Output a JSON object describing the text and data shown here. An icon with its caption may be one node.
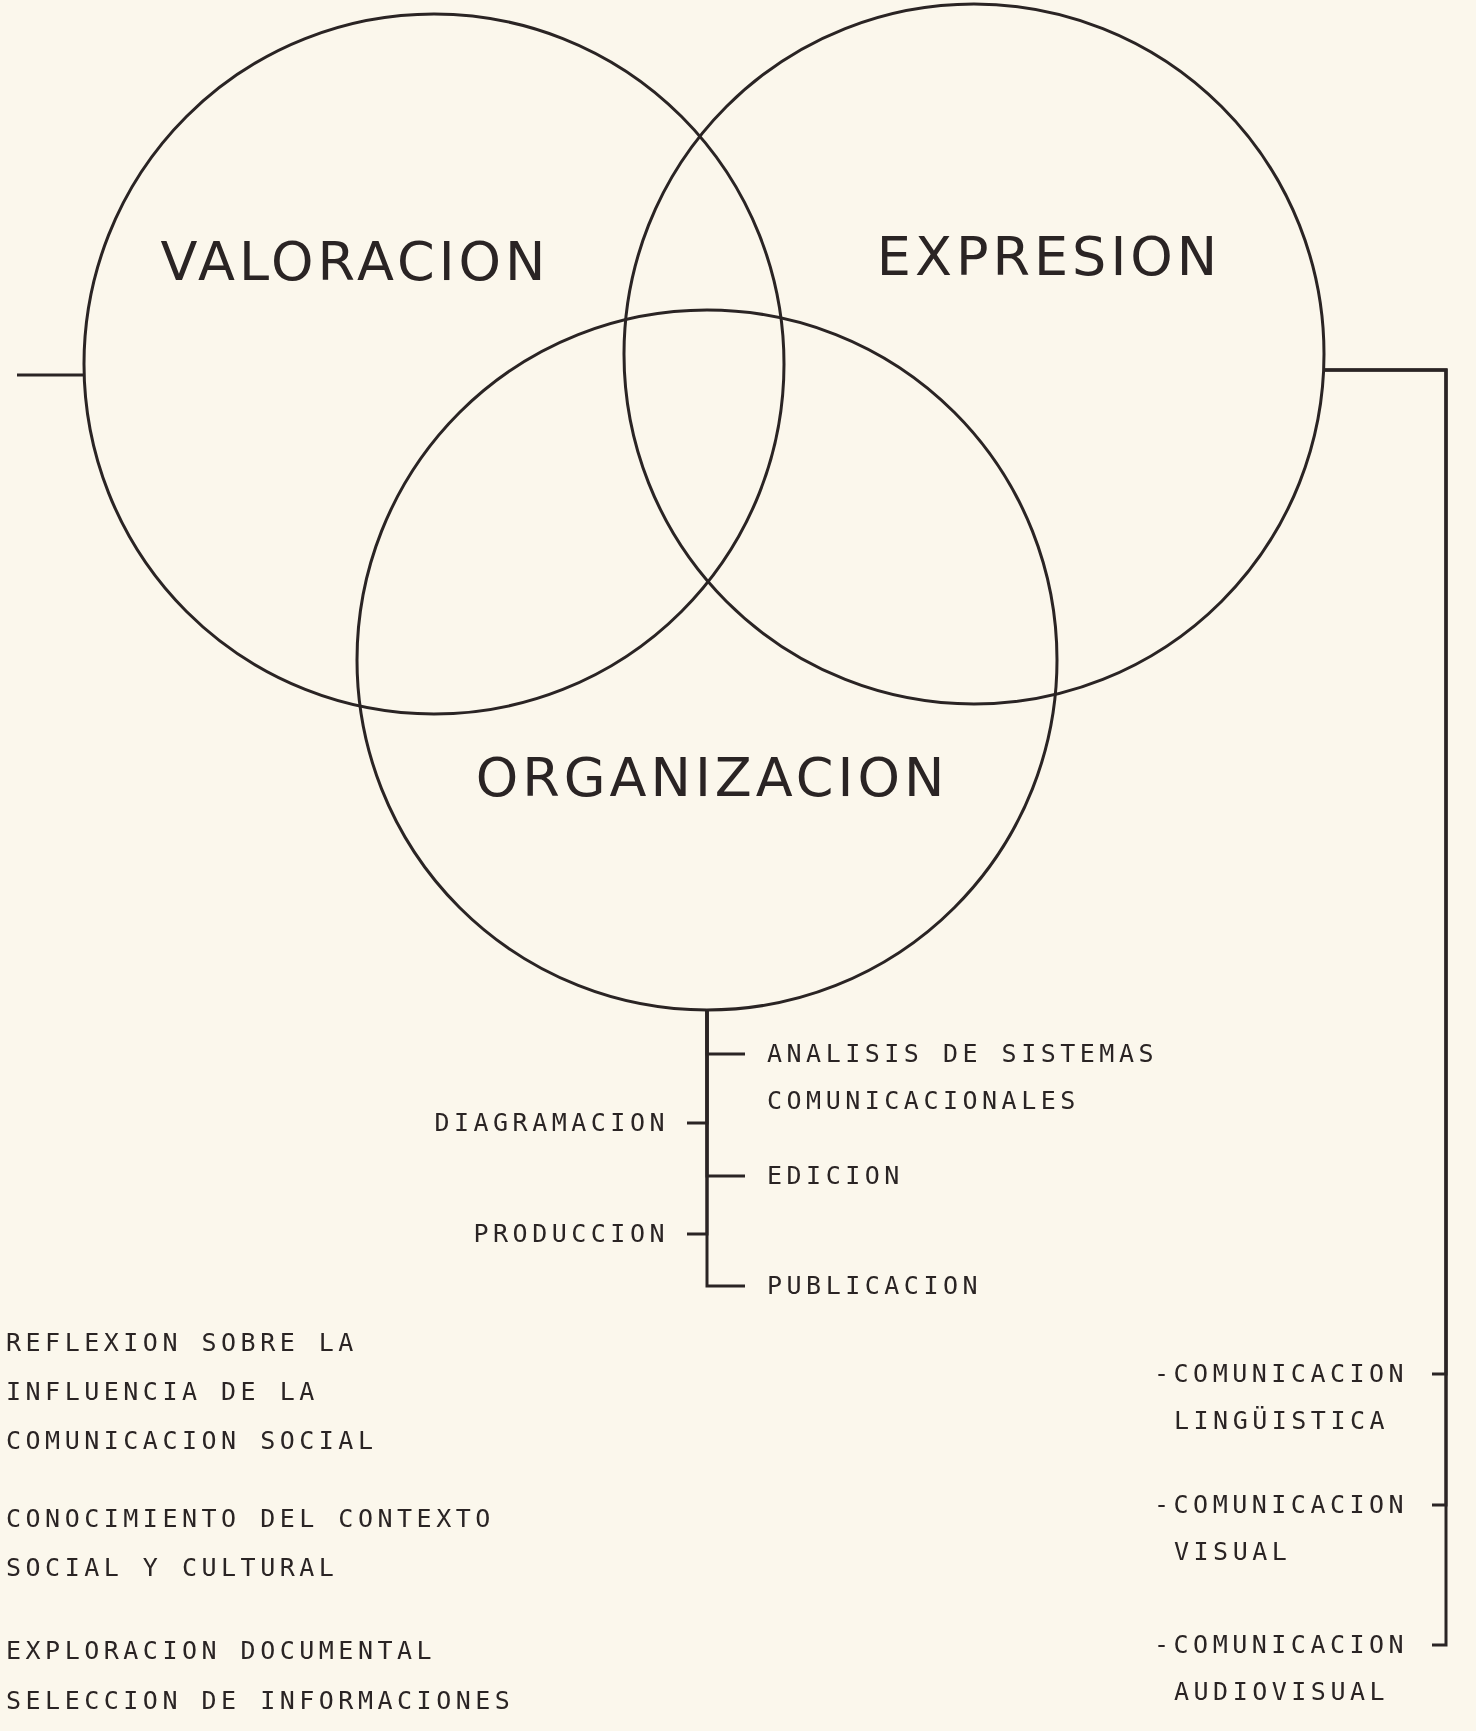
{
  "diagram": {
    "nodes": [
      {
        "text": [
          "VALORACION"
        ]
      },
      {
        "text": [
          "EXPRESION"
        ]
      },
      {
        "text": [
          "ORGANIZACION"
        ]
      },
      {
        "text": [
          "ANALISIS DE SISTEMAS COMUNICACIONALES"
        ]
      },
      {
        "text": [
          "DIAGRAMACION"
        ]
      },
      {
        "text": [
          "EDICION"
        ]
      },
      {
        "text": [
          "PRODUCCION"
        ]
      },
      {
        "text": [
          "PUBLICACION"
        ]
      },
      {
        "text": [
          "-COMUNICACION LINGÜISTICA"
        ]
      },
      {
        "text": [
          "-COMUNICACION VISUAL"
        ]
      },
      {
        "text": [
          "-COMUNICACION AUDIOVISUAL"
        ]
      }
    ],
    "edges": [
      {
        "from": 0,
        "to": null,
        "arrow": "none"
      },
      {
        "from": 2,
        "to": 3,
        "arrow": "none"
      },
      {
        "from": 2,
        "to": 4,
        "arrow": "none"
      },
      {
        "from": 2,
        "to": 5,
        "arrow": "none"
      },
      {
        "from": 2,
        "to": 6,
        "arrow": "none"
      },
      {
        "from": 2,
        "to": 7,
        "arrow": "none"
      },
      {
        "from": 1,
        "to": 8,
        "arrow": "none"
      },
      {
        "from": 1,
        "to": 9,
        "arrow": "none"
      },
      {
        "from": 1,
        "to": 10,
        "arrow": "none"
      }
    ],
    "labels": [
      "REFLEXION SOBRE LA INFLUENCIA DE LA COMUNICACION SOCIAL",
      "CONOCIMIENTO DEL CONTEXTO SOCIAL Y CULTURAL",
      "EXPLORACION DOCUMENTAL",
      "SELECCION DE INFORMACIONES"
    ]
  }
}
